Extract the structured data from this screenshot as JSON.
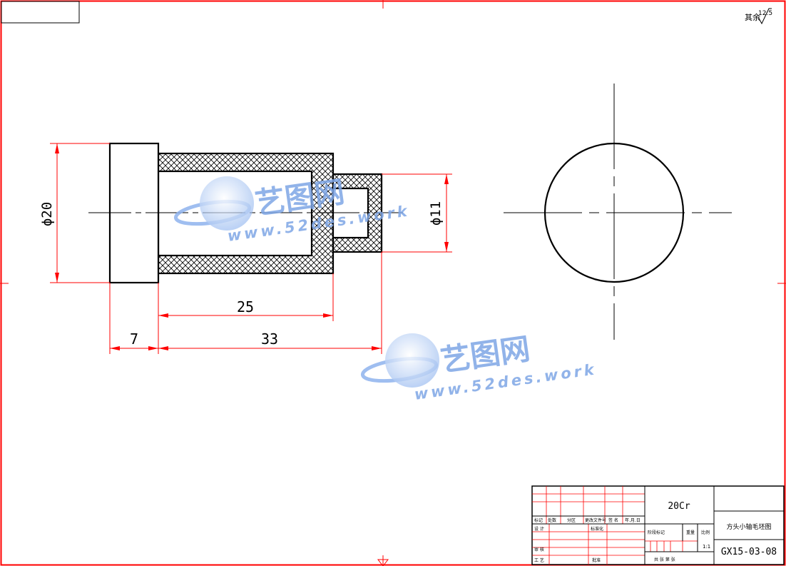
{
  "drawing": {
    "surface_finish": {
      "label": "其余",
      "value": "12.5"
    },
    "dimensions": {
      "outer_diameter": "ϕ20",
      "small_diameter": "ϕ11",
      "flange_length": "7",
      "bore_length": "25",
      "total_length": "33"
    },
    "watermarks": [
      {
        "brand": "艺图网",
        "url": "www.52des.work"
      },
      {
        "brand": "艺图网",
        "url": "www.52des.work"
      }
    ]
  },
  "title_block": {
    "material": "20Cr",
    "part_name": "方头小轴毛坯图",
    "drawing_number": "GX15-03-08",
    "scale": "1:1",
    "revision_headers": [
      "标记",
      "处数",
      "分区",
      "更改文件号",
      "签 名",
      "年.月.日"
    ],
    "row_labels": [
      "设 计",
      "审 核",
      "工 艺"
    ],
    "mid_labels": [
      "标准化",
      "批准"
    ],
    "stage_headers": [
      "阶段标记",
      "重量",
      "比例"
    ],
    "sheet_text": "共   张   第   张"
  },
  "colors": {
    "frame": "#ff0000",
    "dimension": "#ff0000",
    "outline": "#000000",
    "watermark": "#7ea6e6"
  }
}
